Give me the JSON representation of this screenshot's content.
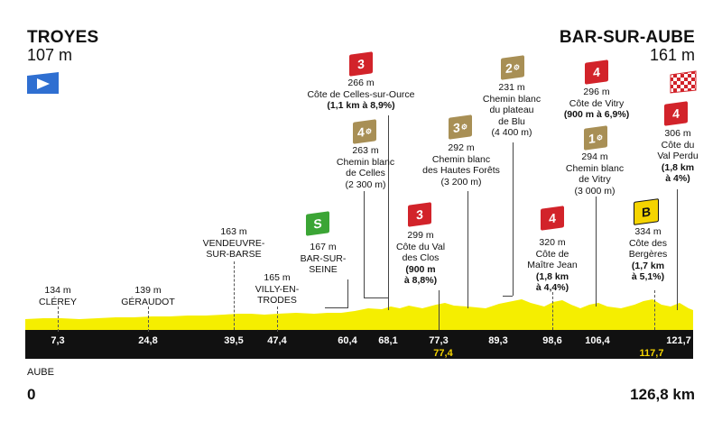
{
  "start": {
    "name": "TROYES",
    "alt": "107 m"
  },
  "finish": {
    "name": "BAR-SUR-AUBE",
    "alt": "161 m"
  },
  "footer": {
    "region": "AUBE",
    "km_start": "0",
    "km_total": "126,8 km"
  },
  "points": [
    {
      "id": "clerey",
      "alt": "134 m",
      "name": [
        "CLÉREY"
      ],
      "km": "7,3"
    },
    {
      "id": "geraudot",
      "alt": "139 m",
      "name": [
        "GÉRAUDOT"
      ],
      "km": "24,8"
    },
    {
      "id": "vendeuvre",
      "alt": "163 m",
      "name": [
        "VENDEUVRE-",
        "SUR-BARSE"
      ],
      "km": "39,5"
    },
    {
      "id": "villy",
      "alt": "165 m",
      "name": [
        "VILLY-EN-",
        "TRODES"
      ],
      "km": "47,4"
    },
    {
      "id": "bar-seine",
      "alt": "167 m",
      "name": [
        "BAR-SUR-",
        "SEINE"
      ],
      "km": "60,4",
      "badge": "S"
    },
    {
      "id": "celles-chemin",
      "alt": "263 m",
      "name": [
        "Chemin blanc",
        "de Celles",
        "(2 300 m)"
      ],
      "km": "68,1",
      "badge": "4"
    },
    {
      "id": "celles-cote",
      "alt": "266 m",
      "name": [
        "Côte de Celles-sur-Ource"
      ],
      "detail": "(1,1 km à 8,9%)",
      "badge": "3"
    },
    {
      "id": "val-clos",
      "alt": "299 m",
      "name": [
        "Côte du Val",
        "des Clos"
      ],
      "detail": [
        "(900 m",
        "à 8,8%)"
      ],
      "km": "77,3",
      "badge": "3"
    },
    {
      "id": "hautes-forets",
      "alt": "292 m",
      "name": [
        "Chemin blanc",
        "des Hautes Forêts",
        "(3 200 m)"
      ],
      "km": "77,4",
      "badge": "3"
    },
    {
      "id": "blu",
      "alt": "231 m",
      "name": [
        "Chemin blanc",
        "du plateau",
        "de Blu",
        "(4 400 m)"
      ],
      "km": "89,3",
      "badge": "2"
    },
    {
      "id": "maitre-jean",
      "alt": "320 m",
      "name": [
        "Côte de",
        "Maître Jean"
      ],
      "detail": [
        "(1,8 km",
        "à 4,4%)"
      ],
      "km": "98,6",
      "badge": "4"
    },
    {
      "id": "vitry-chemin",
      "alt": "294 m",
      "name": [
        "Chemin blanc",
        "de Vitry",
        "(3 000 m)"
      ],
      "km": "106,4",
      "badge": "1"
    },
    {
      "id": "vitry-cote",
      "alt": "296 m",
      "name": [
        "Côte de Vitry"
      ],
      "detail": "(900 m à 6,9%)",
      "badge": "4"
    },
    {
      "id": "bergeres",
      "alt": "334 m",
      "name": [
        "Côte des",
        "Bergères"
      ],
      "detail": [
        "(1,7 km",
        "à 5,1%)"
      ],
      "km": "117,7",
      "badge": "B"
    },
    {
      "id": "val-perdu",
      "alt": "306 m",
      "name": [
        "Côte du",
        "Val Perdu"
      ],
      "detail": [
        "(1,8 km",
        "à 4%)"
      ],
      "km": "121,7",
      "badge": "4"
    }
  ],
  "colors": {
    "profile": "#f5ee00",
    "bar": "#111111",
    "red": "#d2232a",
    "gold": "#a88f55",
    "green": "#3ba535",
    "yellow": "#f5d400",
    "start_flag": "#2f6fd1"
  }
}
